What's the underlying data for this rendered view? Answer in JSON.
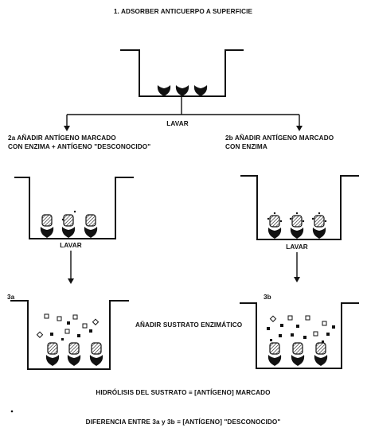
{
  "step1": "1. ADSORBER ANTICUERPO A SUPERFICIE",
  "wash_top": "LAVAR",
  "step2a_line1": "2a AÑADIR ANTÍGENO MARCADO",
  "step2a_line2": "CON ENZIMA + ANTÍGENO \"DESCONOCIDO\"",
  "step2b_line1": "2b AÑADIR ANTÍGENO MARCADO",
  "step2b_line2": "CON ENZIMA",
  "wash_left": "LAVAR",
  "wash_right": "LAVAR",
  "step3a": "3a",
  "step3b": "3b",
  "add_substrate": "AÑADIR SUSTRATO ENZIMÁTICO",
  "hydrolysis": "HIDRÓLISIS DEL SUSTRATO ≡ [ANTÍGENO] MARCADO",
  "difference": "DIFERENCIA ENTRE 3a y 3b ≡ [ANTÍGENO] \"DESCONOCIDO\""
}
